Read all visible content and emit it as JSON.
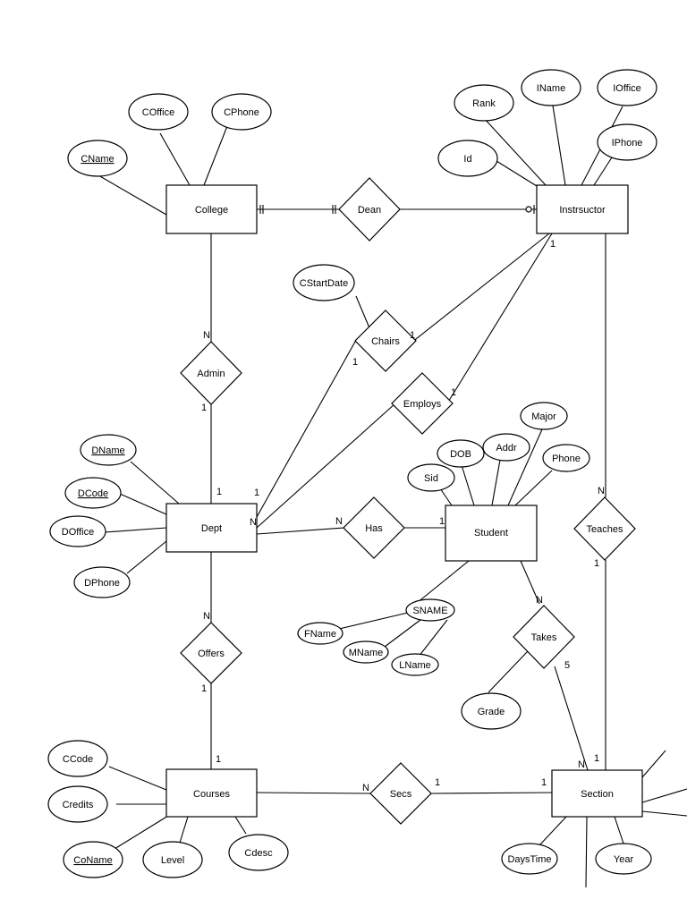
{
  "entities": {
    "college": "College",
    "instructor": "Instrsuctor",
    "dept": "Dept",
    "student": "Student",
    "courses": "Courses",
    "section": "Section"
  },
  "relationships": {
    "dean": "Dean",
    "admin": "Admin",
    "chairs": "Chairs",
    "employs": "Employs",
    "has": "Has",
    "teaches": "Teaches",
    "offers": "Offers",
    "takes": "Takes",
    "secs": "Secs"
  },
  "attributes": {
    "coffice": "COffice",
    "cphone": "CPhone",
    "cname": "CName",
    "iname": "IName",
    "ioffice": "IOffice",
    "rank": "Rank",
    "iphone": "IPhone",
    "id": "Id",
    "cstartdate": "CStartDate",
    "dname": "DName",
    "dcode": "DCode",
    "doffice": "DOffice",
    "dphone": "DPhone",
    "major": "Major",
    "dob": "DOB",
    "addr": "Addr",
    "phone": "Phone",
    "sid": "Sid",
    "sname": "SNAME",
    "fname": "FName",
    "mname": "MName",
    "lname": "LName",
    "grade": "Grade",
    "ccode": "CCode",
    "credits": "Credits",
    "coname": "CoName",
    "level": "Level",
    "cdesc": "Cdesc",
    "daystime": "DaysTime",
    "year": "Year"
  },
  "cardinalities": {
    "admin_college": "N",
    "admin_dept": "1",
    "chairs_instructor": "1",
    "chairs_dept": "1",
    "employs_instructor": "1",
    "instructor_top": "1",
    "dept_admin_side": "1",
    "dept_chairs_side": "1",
    "dept_employs_side": "N",
    "has_dept": "N",
    "has_student": "1",
    "teaches_instructor": "N",
    "teaches_section": "1",
    "offers_dept": "N",
    "offers_courses": "1",
    "courses_top": "1",
    "takes_student": "N",
    "takes_section": "5",
    "secs_courses": "N",
    "secs_section_left": "1",
    "secs_section_right": "1",
    "section_takes_side": "N",
    "section_teaches_side": "1"
  }
}
